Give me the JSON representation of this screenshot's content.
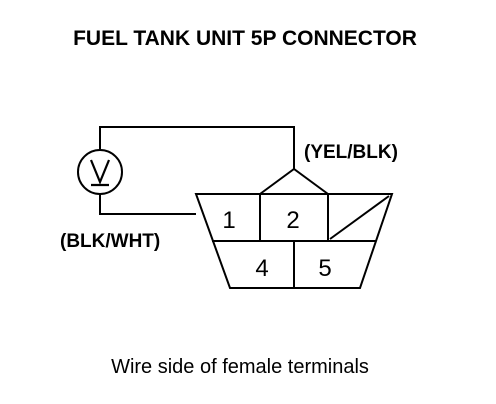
{
  "title": "FUEL TANK UNIT 5P CONNECTOR",
  "caption": "Wire side of female terminals",
  "meter": {
    "icon": "voltmeter-icon",
    "symbol": "V"
  },
  "wires": {
    "positive": "(YEL/BLK)",
    "negative": "(BLK/WHT)"
  },
  "connector": {
    "terminals": [
      "1",
      "2",
      "4",
      "5"
    ],
    "blank_cavity": "diagonal-slash-icon"
  }
}
